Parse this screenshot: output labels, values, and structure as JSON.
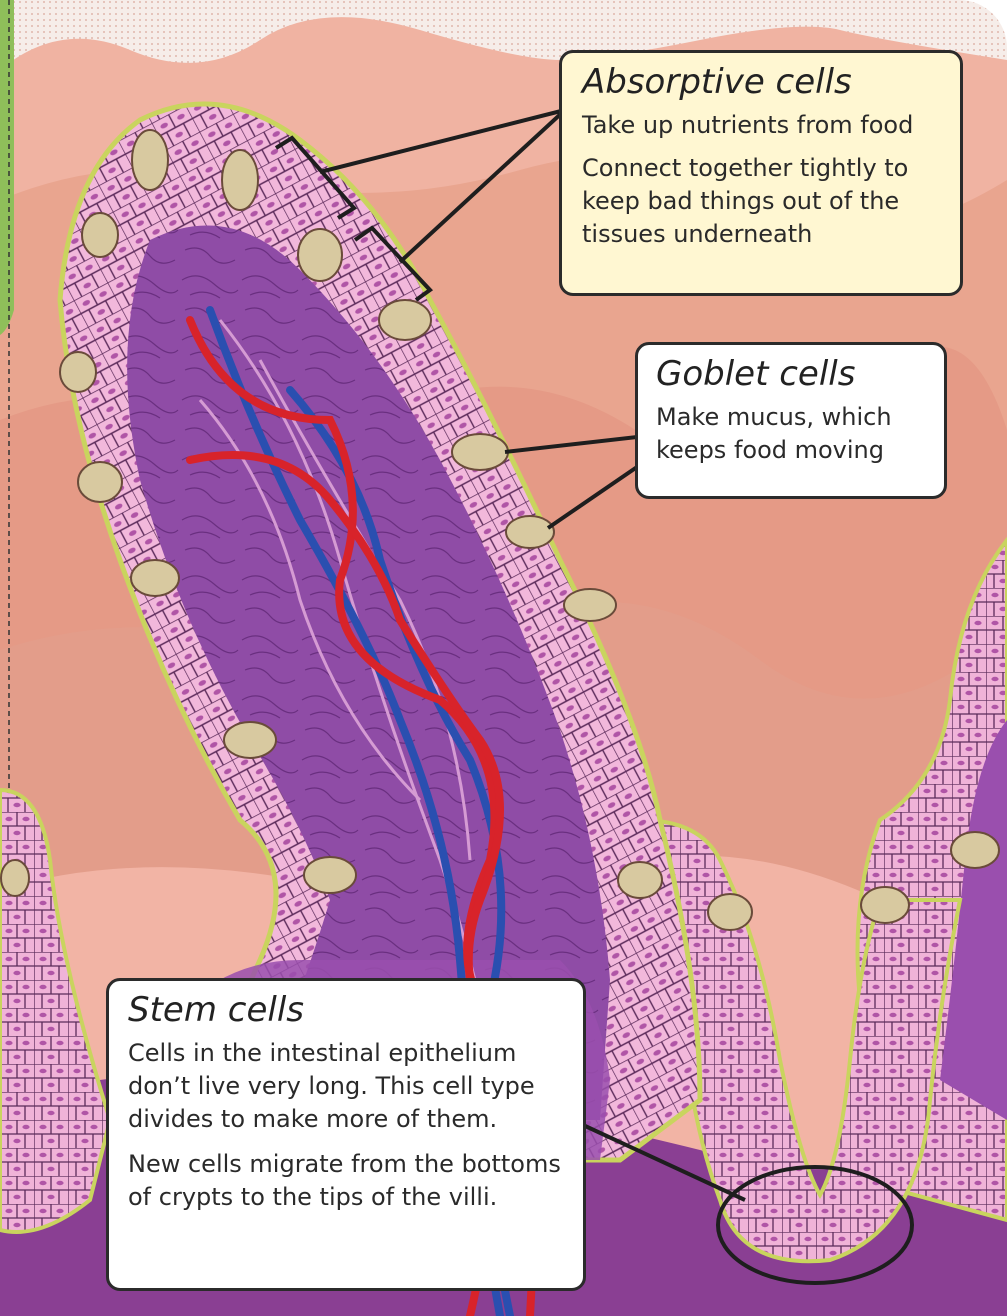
{
  "colors": {
    "background": "#e9a58f",
    "villus_epithelium": "#f2b8db",
    "villus_core": "#8e4ea5",
    "brush_border": "#c9d45e",
    "artery": "#d8232a",
    "vein": "#2a4fb0",
    "goblet_cell": "#d8c9a0",
    "absorptive_callout": "#fff7d2"
  },
  "callouts": {
    "absorptive": {
      "title": "Absorptive cells",
      "lines": [
        "Take up nutrients from food",
        "Connect together tightly to keep bad things out of the tissues underneath"
      ]
    },
    "goblet": {
      "title": "Goblet cells",
      "lines": [
        "Make mucus, which keeps food moving"
      ]
    },
    "stem": {
      "title": "Stem cells",
      "lines": [
        "Cells in the intestinal epithelium don’t live very long. This cell type divides to make more of them.",
        "New cells migrate from the bottoms of crypts to the tips of the villi."
      ]
    }
  }
}
